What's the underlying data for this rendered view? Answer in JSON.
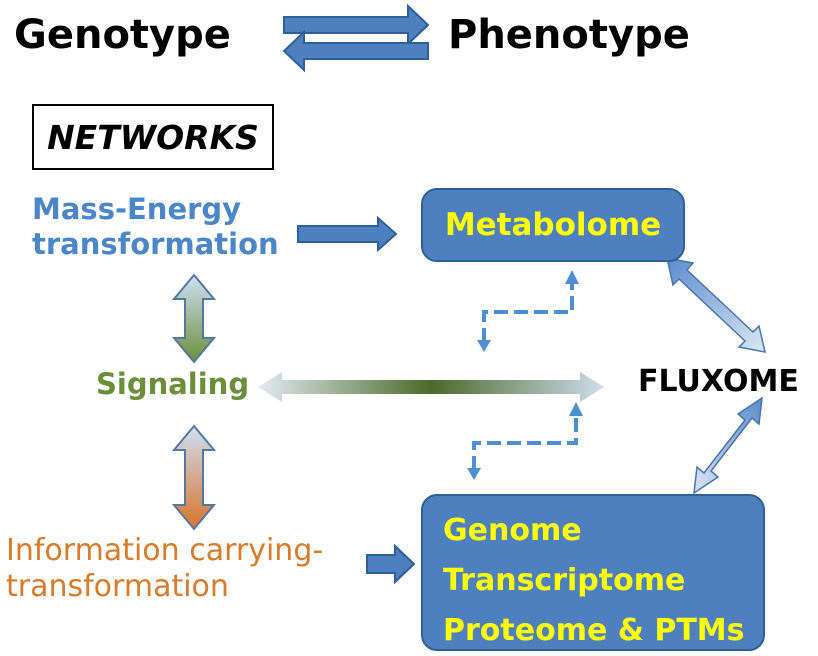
{
  "header": {
    "left": "Genotype",
    "right": "Phenotype"
  },
  "networks_label": "NETWORKS",
  "labels": {
    "mass_energy_line1": "Mass-Energy",
    "mass_energy_line2": "transformation",
    "signaling": "Signaling",
    "info_line1": "Information carrying-",
    "info_line2": "transformation",
    "fluxome": "FLUXOME"
  },
  "nodes": {
    "metabolome": "Metabolome",
    "genome_lines": [
      "Genome",
      "Transcriptome",
      "Proteome & PTMs"
    ]
  },
  "colors": {
    "mass_energy": "#4a86c8",
    "signaling": "#6b8e3a",
    "information": "#d87b2a",
    "node_fill": "#4e80c0",
    "node_text": "#ffff00"
  }
}
